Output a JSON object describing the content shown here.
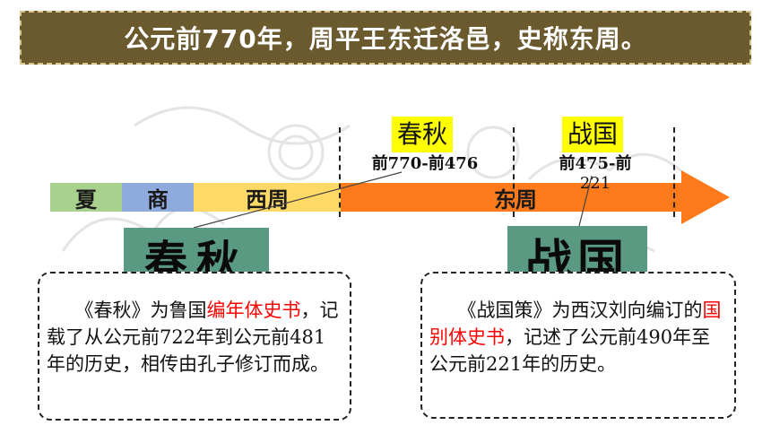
{
  "title": "公元前770年，周平王东迁洛邑，史称东周。",
  "timeline": {
    "segments": [
      {
        "label": "夏",
        "color": "#a9d18e"
      },
      {
        "label": "商",
        "color": "#8faadc"
      },
      {
        "label": "西周",
        "color": "#ffd966"
      },
      {
        "label": "东周",
        "color": "#ff7a1a"
      }
    ],
    "chunqiu": {
      "label": "春秋",
      "range": "前770-前476"
    },
    "zhanguo": {
      "label": "战国",
      "range_line1": "前475-前",
      "range_line2": "221"
    }
  },
  "calligraphy": {
    "chunqiu": "春秋",
    "zhanguo": "战国"
  },
  "box_left": {
    "part1": "　　《春秋》为鲁国",
    "highlight": "编年体史书",
    "part2": "，记载了从公元前",
    "num1": "722",
    "part3": "年到公元前",
    "num2": "481",
    "part4": "年的历史，相传由孔子修订而成。"
  },
  "box_right": {
    "part1": "　　《战国策》为西汉刘向编订的",
    "highlight": "国别体史书",
    "part2": "，记述了公元前",
    "num1": "490",
    "part3": "年至公元前",
    "num2": "221",
    "part4": "年的历史。"
  },
  "colors": {
    "title_bg": "#6b5a2e",
    "highlight_yellow": "#ffff00",
    "tile_green": "#5b9a82",
    "text_red": "#ff0000"
  }
}
